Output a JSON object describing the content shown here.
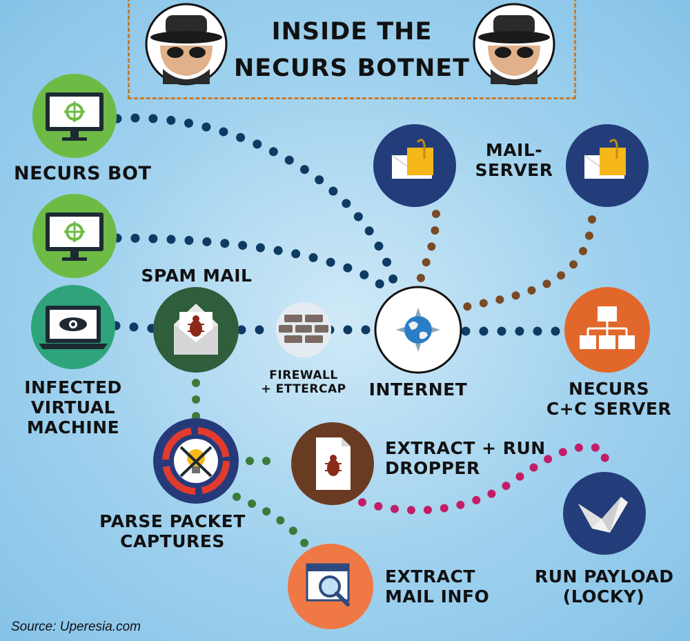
{
  "title": {
    "line1": "INSIDE THE",
    "line2": "NECURS BOTNET"
  },
  "source": "Source: Uperesia.com",
  "labels": {
    "necurs_bot": "NECURS BOT",
    "mail_server_1": "MAIL-",
    "mail_server_2": "SERVER",
    "spam_mail": "SPAM MAIL",
    "infected_1": "INFECTED",
    "infected_2": "VIRTUAL",
    "infected_3": "MACHINE",
    "firewall_1": "FIREWALL",
    "firewall_2": "+ ETTERCAP",
    "internet": "INTERNET",
    "cc_1": "NECURS",
    "cc_2": "C+C SERVER",
    "parse_1": "PARSE PACKET",
    "parse_2": "CAPTURES",
    "dropper_1": "EXTRACT + RUN",
    "dropper_2": "DROPPER",
    "mailinfo_1": "EXTRACT",
    "mailinfo_2": "MAIL INFO",
    "payload_1": "RUN PAYLOAD",
    "payload_2": "(LOCKY)"
  },
  "colors": {
    "blue_dots": "#0e3b63",
    "brown_dots": "#7a4a24",
    "green_dots": "#3d7a3a",
    "pink_dots": "#c21e67",
    "bot_circle": "#6dbb45",
    "vm_circle": "#2fa37a",
    "spam_circle": "#2e5e3b",
    "firewall_circle": "#e4ecf2",
    "internet_circle": "#ffffff",
    "mail_circle": "#233d7a",
    "cc_circle": "#e2672a",
    "parse_circle": "#263a7a",
    "dropper_circle": "#6a3b23",
    "mailinfo_circle": "#f07845",
    "payload_circle": "#233d7a",
    "title_border": "#c87a2a"
  },
  "icons": {
    "spy": "spy-icon",
    "monitor": "monitor-crosshair-icon",
    "laptop": "laptop-eye-icon",
    "envelope_bug": "envelope-bug-icon",
    "brick_wall": "brick-wall-icon",
    "globe": "globe-icon",
    "mail_box": "mailbox-icon",
    "network": "network-hierarchy-icon",
    "bulb": "lightbulb-target-icon",
    "document_bug": "document-bug-icon",
    "magnifier": "document-magnifier-icon",
    "origami_crane": "origami-crane-icon"
  }
}
